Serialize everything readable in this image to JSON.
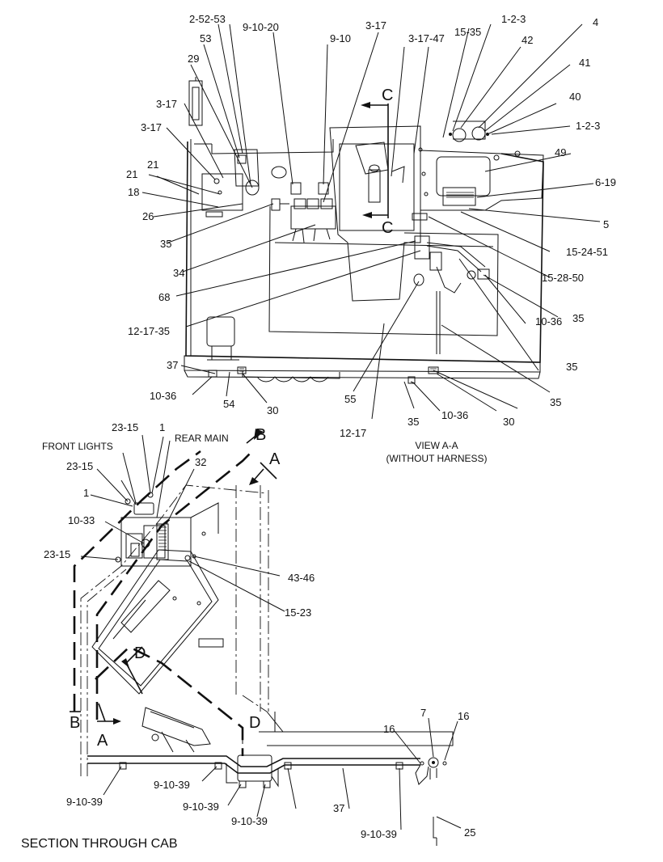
{
  "view_aa": {
    "caption_line1": "VIEW A-A",
    "caption_line2": "(WITHOUT HARNESS)",
    "callouts": [
      "2-52-53",
      "9-10-20",
      "3-17",
      "1-2-3",
      "4",
      "53",
      "9-10",
      "3-17-47",
      "15-35",
      "42",
      "29",
      "41",
      "40",
      "3-17",
      "1-2-3",
      "3-17",
      "49",
      "21",
      "21",
      "6-19",
      "18",
      "26",
      "5",
      "35",
      "15-24-51",
      "34",
      "15-28-50",
      "68",
      "35",
      "12-17-35",
      "10-36",
      "35",
      "35",
      "37",
      "10-36",
      "54",
      "30",
      "55",
      "35",
      "10-36",
      "30",
      "12-17"
    ],
    "section_letter_top": "C",
    "section_letter_bottom": "C"
  },
  "section_cab": {
    "title": "SECTION THROUGH CAB",
    "labels": {
      "front_lights": "FRONT LIGHTS",
      "rear_main": "REAR MAIN"
    },
    "callouts": [
      "23-15",
      "1",
      "32",
      "23-15",
      "1",
      "10-33",
      "23-15",
      "43-46",
      "15-23",
      "9-10-39",
      "9-10-39",
      "9-10-39",
      "9-10-39",
      "37",
      "9-10-39",
      "16",
      "7",
      "16",
      "25"
    ],
    "section_letters": {
      "a_top": "A",
      "b_top": "B",
      "d_top": "D",
      "b_bottom": "B",
      "a_bottom": "A",
      "d_bottom": "D"
    }
  }
}
